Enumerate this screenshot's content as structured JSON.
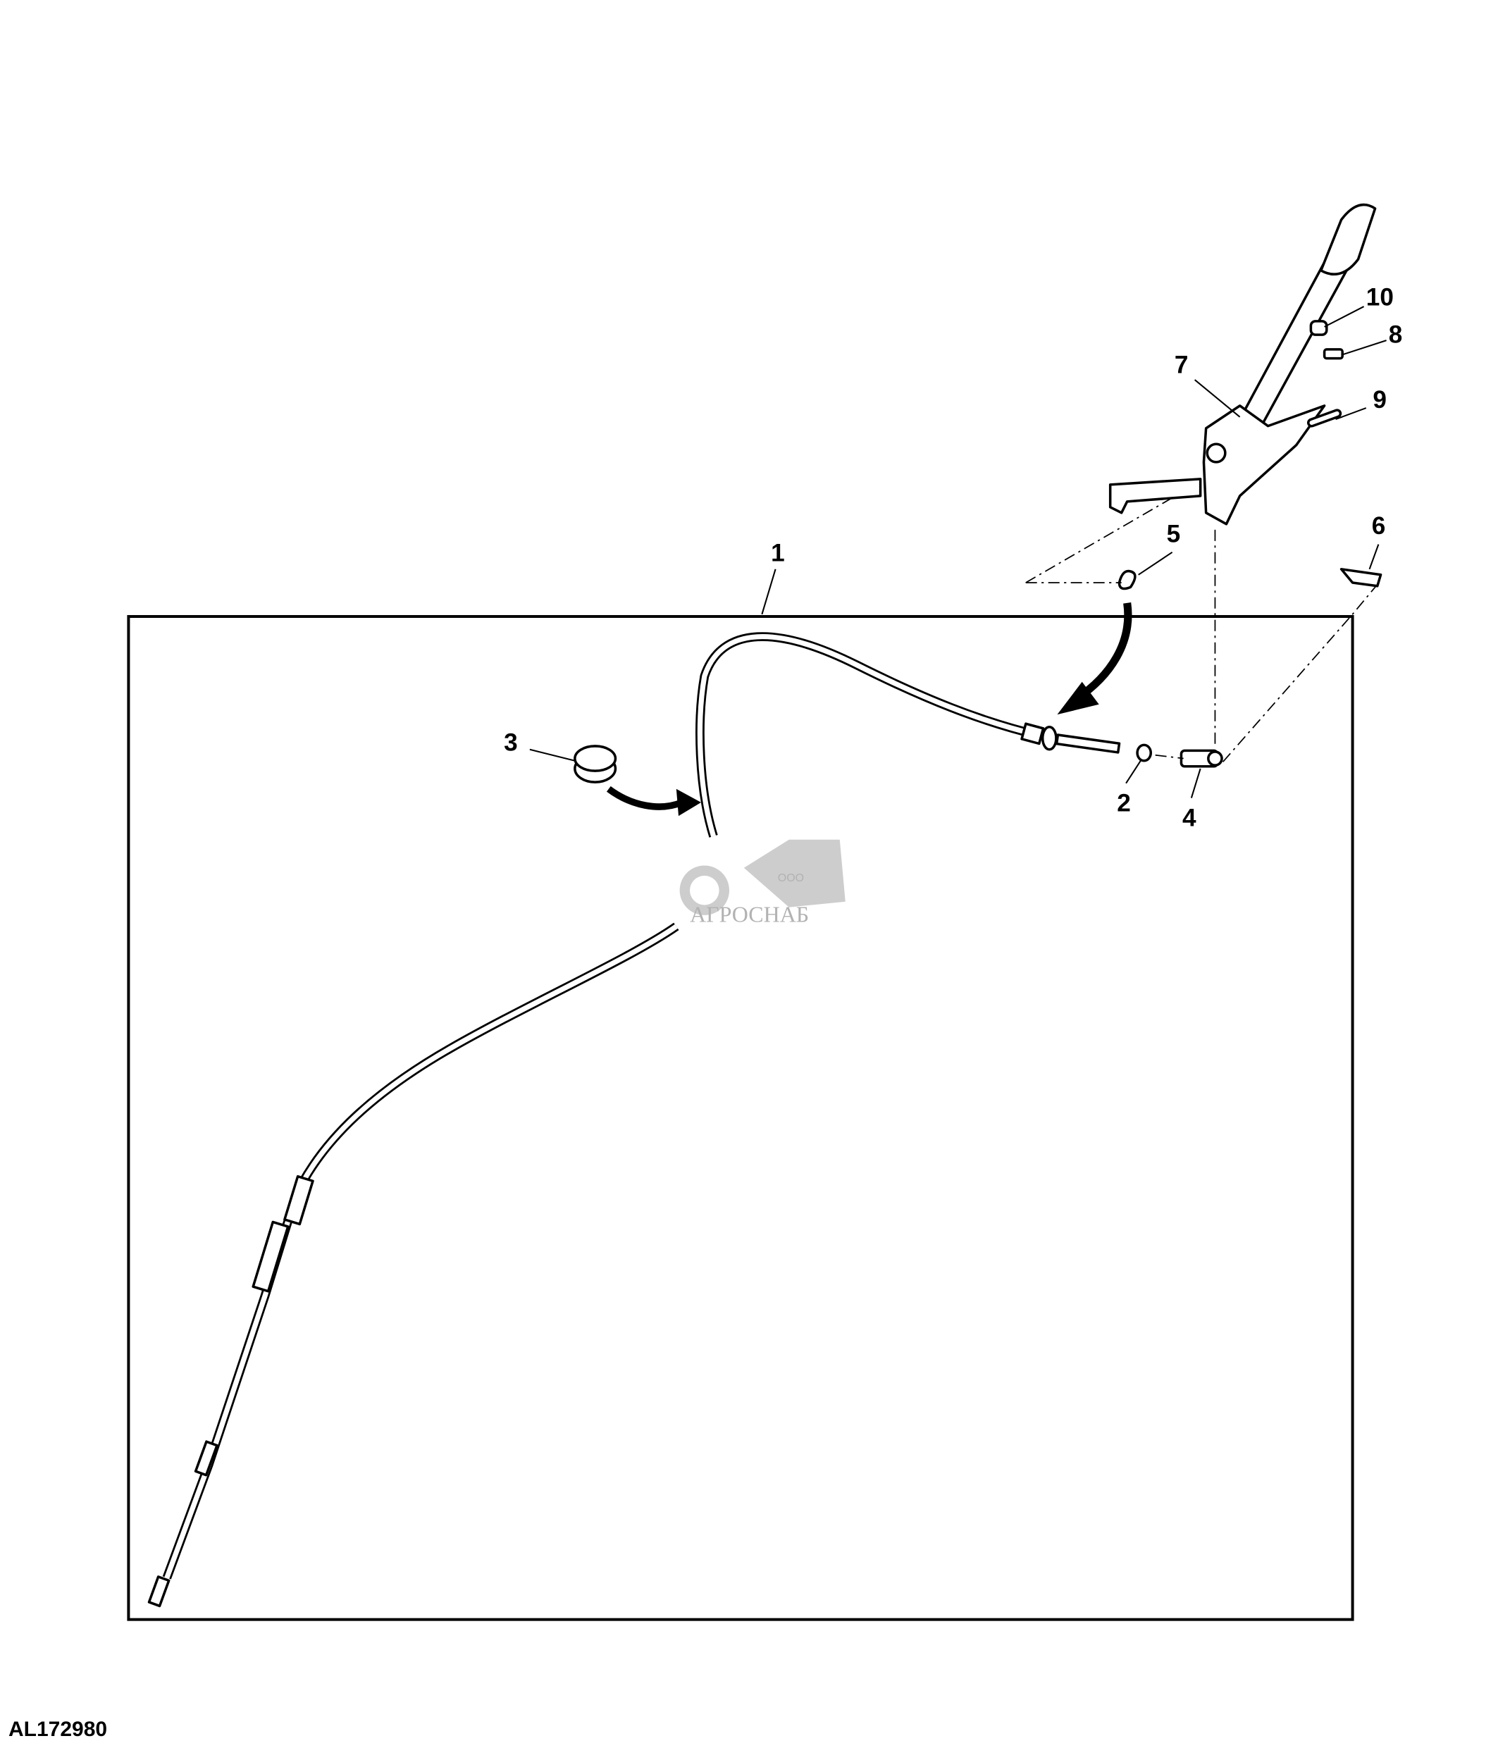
{
  "figure_id": "AL172980",
  "callouts": [
    "1",
    "2",
    "3",
    "4",
    "5",
    "6",
    "7",
    "8",
    "9",
    "10"
  ],
  "watermark": {
    "small": "ООО",
    "name": "АГРОСНАБ"
  }
}
